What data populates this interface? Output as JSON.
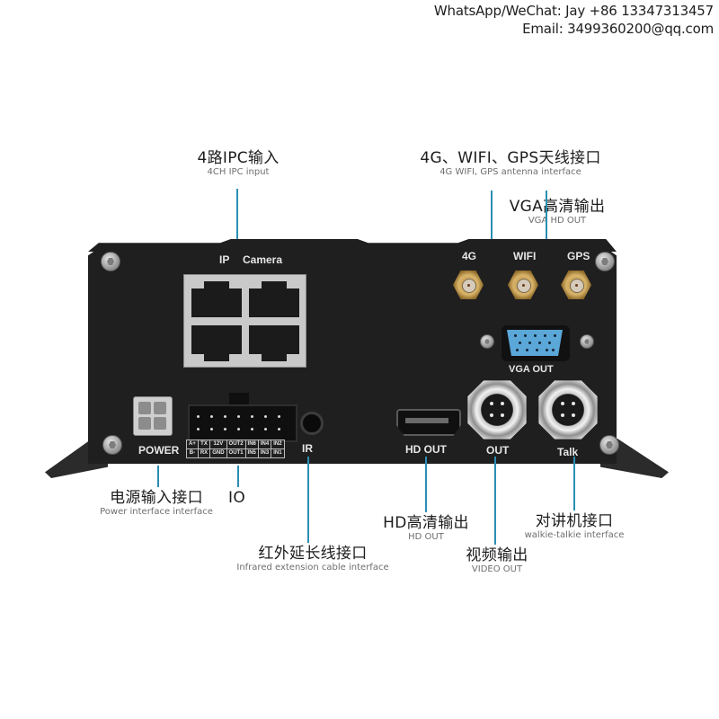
{
  "contact": {
    "line1": "WhatsApp/WeChat: Jay +86 13347313457",
    "line2": "Email: 3499360200@qq.com"
  },
  "callouts": {
    "ipc": {
      "cn": "4路IPC输入",
      "en": "4CH  IPC input"
    },
    "antenna": {
      "cn": "4G、WIFI、GPS天线接口",
      "en": "4G WIFI, GPS antenna interface"
    },
    "vga": {
      "cn": "VGA高清输出",
      "en": "VGA HD OUT"
    },
    "power": {
      "cn": "电源输入接口",
      "en": "Power interface  interface"
    },
    "io": {
      "cn": "IO"
    },
    "ir": {
      "cn": "红外延长线接口",
      "en": "Infrared extension cable interface"
    },
    "hd": {
      "cn": "HD高清输出",
      "en": "HD OUT"
    },
    "video": {
      "cn": "视频输出",
      "en": "VIDEO OUT"
    },
    "talk": {
      "cn": "对讲机接口",
      "en": "walkie-talkie interface"
    }
  },
  "panel_labels": {
    "ip": "IP",
    "camera": "Camera",
    "g4": "4G",
    "wifi": "WIFI",
    "gps": "GPS",
    "vga_out": "VGA OUT",
    "power": "POWER",
    "ir": "IR",
    "hd_out": "HD OUT",
    "out": "OUT",
    "talk": "Talk"
  },
  "io_table": {
    "row1": [
      "A+",
      "TX",
      "12V",
      "OUT2",
      "IN6",
      "IN4",
      "IN2"
    ],
    "row2": [
      "B-",
      "RX",
      "GND",
      "OUT1",
      "IN5",
      "IN3",
      "IN1"
    ]
  },
  "colors": {
    "leader": "#2a8fb4",
    "device": "#1f1f20",
    "vga_blue": "#5aa7d8",
    "sma_gold": "#d8b46a"
  }
}
